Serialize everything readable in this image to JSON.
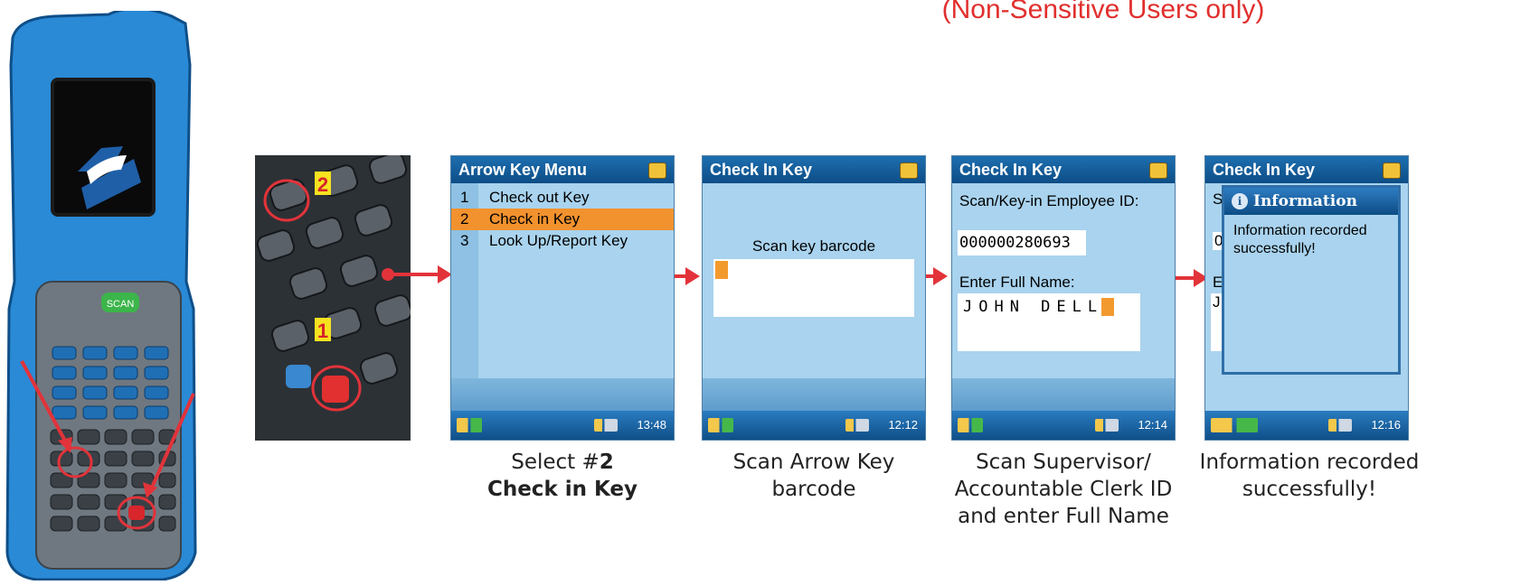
{
  "header": {
    "note": "(Non-Sensitive Users only)"
  },
  "device": {
    "scan_key_label": "SCAN"
  },
  "closeup": {
    "marker_1": "1",
    "marker_2": "2"
  },
  "screens": [
    {
      "title": "Arrow Key Menu",
      "menu": [
        {
          "num": "1",
          "label": "Check out Key"
        },
        {
          "num": "2",
          "label": "Check in Key"
        },
        {
          "num": "3",
          "label": "Look Up/Report Key"
        }
      ],
      "time": "13:48"
    },
    {
      "title": "Check In Key",
      "prompt": "Scan key barcode",
      "time": "12:12"
    },
    {
      "title": "Check In Key",
      "employee_label": "Scan/Key-in Employee ID:",
      "employee_id": "000000280693",
      "name_label": "Enter Full Name:",
      "full_name": "JOHN DELL",
      "time": "12:14"
    },
    {
      "title": "Check In Key",
      "dialog_title": "Information",
      "dialog_message": "Information recorded successfully!",
      "partial_s": "S",
      "partial_0": "0",
      "partial_e": "E",
      "partial_j": "J",
      "time": "12:16"
    }
  ],
  "captions": {
    "c1_line1": "Select #",
    "c1_num": "2",
    "c1_line2": "Check in Key",
    "c2_line1": "Scan Arrow Key",
    "c2_line2": "barcode",
    "c3_line1": "Scan Supervisor/",
    "c3_line2": "Accountable Clerk ID",
    "c3_line3": "and enter Full Name",
    "c4_line1": "Information recorded",
    "c4_line2": "successfully!"
  },
  "colors": {
    "accent_red": "#e2333a",
    "highlight_orange": "#f2922e",
    "screen_blue": "#a9d3ee"
  }
}
